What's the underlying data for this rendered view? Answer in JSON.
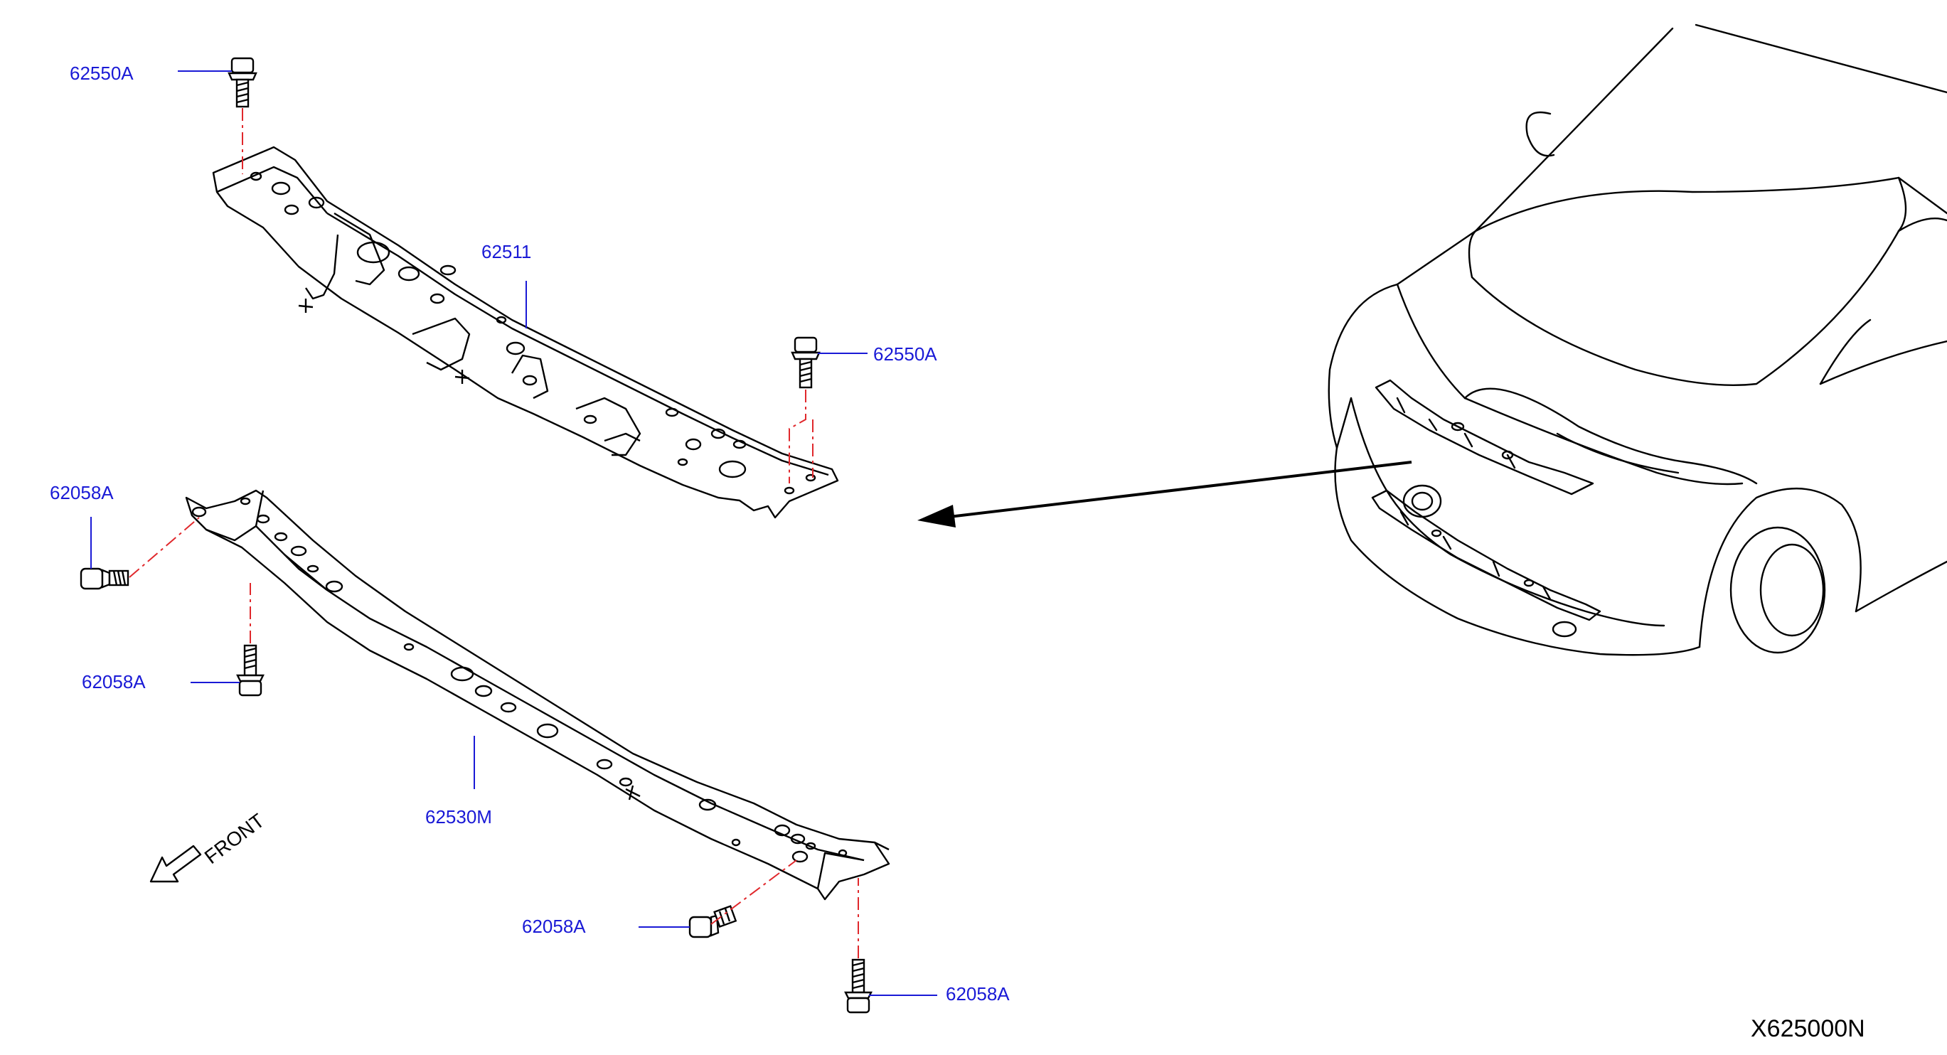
{
  "callouts": {
    "bolt_top_left": "62550A",
    "upper_support": "62511",
    "bolt_top_right": "62550A",
    "bolt_left_end": "62058A",
    "bolt_left_lower": "62058A",
    "lower_support": "62530M",
    "bolt_right_end": "62058A",
    "bolt_right_lower": "62058A"
  },
  "front_label": "FRONT",
  "diagram_id": "X625000N",
  "colors": {
    "callout_text": "#1a1ad6",
    "leader_line": "#1a1ad6",
    "dash_line": "#e0282c",
    "line_art": "#000000"
  }
}
